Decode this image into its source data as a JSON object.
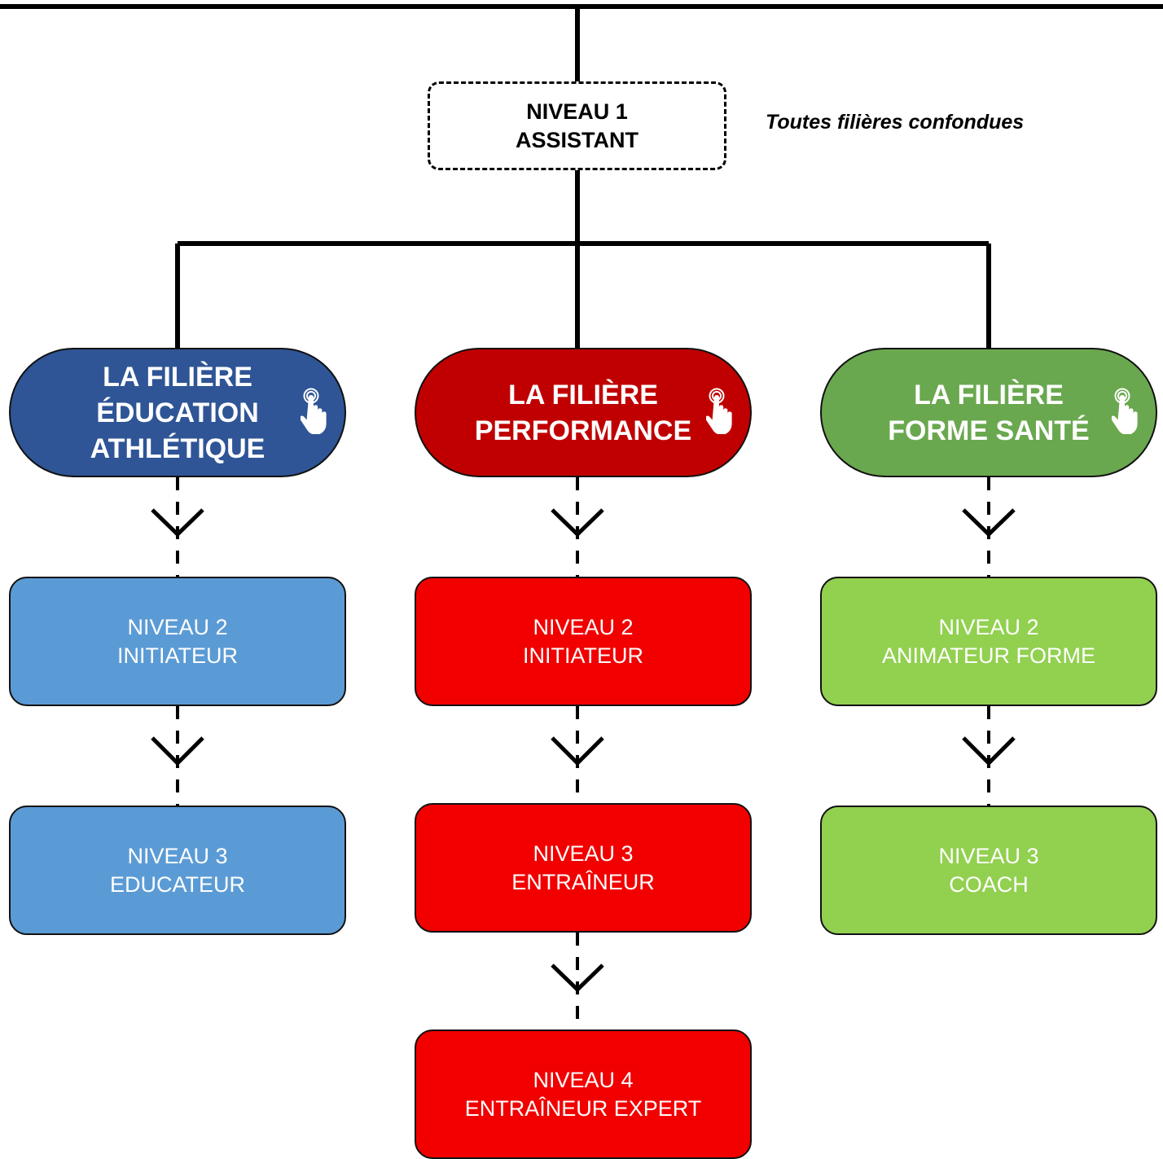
{
  "colors": {
    "education_dark": "#2f5596",
    "education_light": "#5b9bd5",
    "performance_dark": "#c00000",
    "performance_light": "#f20000",
    "forme_dark": "#6aa84f",
    "forme_light": "#92d050",
    "line": "#000000"
  },
  "root": {
    "line1": "NIVEAU 1",
    "line2": "ASSISTANT",
    "note": "Toutes filières confondues"
  },
  "filieres": [
    {
      "line1": "LA FILIÈRE",
      "line2": "ÉDUCATION",
      "line3": "ATHLÉTIQUE",
      "icon": "hand-pointer-icon"
    },
    {
      "line1": "LA FILIÈRE",
      "line2": "PERFORMANCE",
      "icon": "hand-pointer-icon"
    },
    {
      "line1": "LA FILIÈRE",
      "line2": "FORME SANTÉ",
      "icon": "hand-pointer-icon"
    }
  ],
  "levels": {
    "education": [
      {
        "level": "NIVEAU 2",
        "title": "INITIATEUR"
      },
      {
        "level": "NIVEAU 3",
        "title": "EDUCATEUR"
      }
    ],
    "performance": [
      {
        "level": "NIVEAU 2",
        "title": "INITIATEUR"
      },
      {
        "level": "NIVEAU 3",
        "title": "ENTRAÎNEUR"
      },
      {
        "level": "NIVEAU 4",
        "title": "ENTRAÎNEUR EXPERT"
      }
    ],
    "forme": [
      {
        "level": "NIVEAU 2",
        "title": "ANIMATEUR FORME"
      },
      {
        "level": "NIVEAU 3",
        "title": "COACH"
      }
    ]
  }
}
